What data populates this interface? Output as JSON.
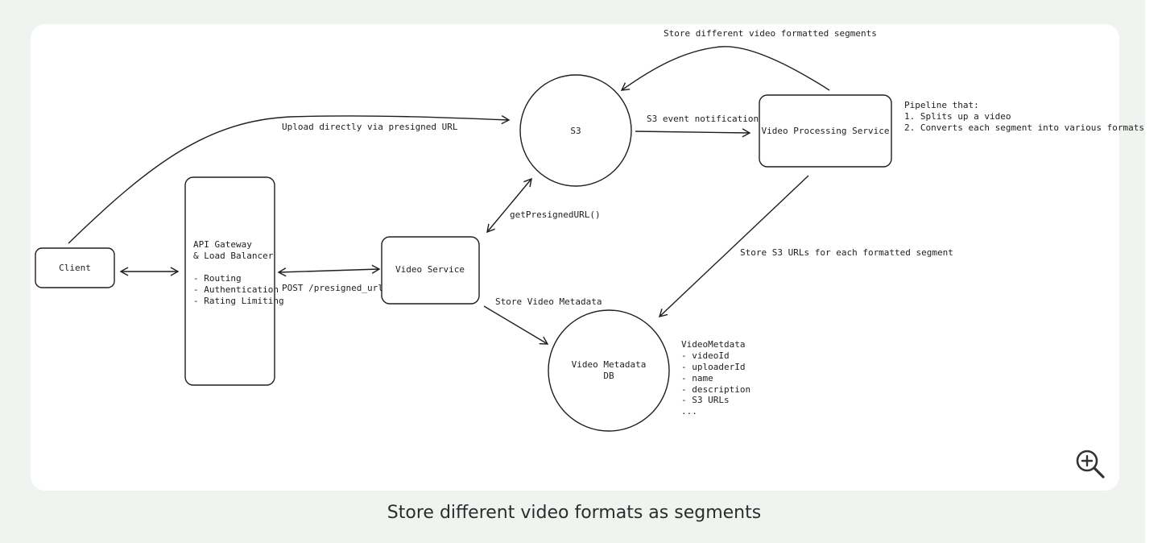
{
  "diagram": {
    "nodes": {
      "client": "Client",
      "gateway": [
        "API Gateway",
        "& Load Balancer",
        "",
        "- Routing",
        "- Authentication",
        "- Rating Limiting"
      ],
      "video_service": "Video Service",
      "s3": "S3",
      "processing": "Video Processing Service",
      "metadata_db": [
        "Video Metadata",
        "DB"
      ]
    },
    "edges": {
      "upload": "Upload directly via presigned URL",
      "store_segments": "Store different video formatted segments",
      "s3_event": "S3 event notification",
      "presigned": "getPresignedURL()",
      "post": "POST /presigned_url",
      "store_metadata": "Store Video Metadata",
      "store_urls": "Store S3 URLs for each formatted segment"
    },
    "notes": {
      "pipeline": [
        "Pipeline that:",
        "1. Splits up a video",
        "2. Converts each segment into various formats"
      ],
      "metadata_schema": [
        "VideoMetdata",
        "- videoId",
        "- uploaderId",
        "- name",
        "- description",
        "- S3 URLs",
        "..."
      ]
    }
  },
  "zoom": {
    "icon": "zoom-in-icon"
  },
  "caption": "Store different video formats as segments"
}
